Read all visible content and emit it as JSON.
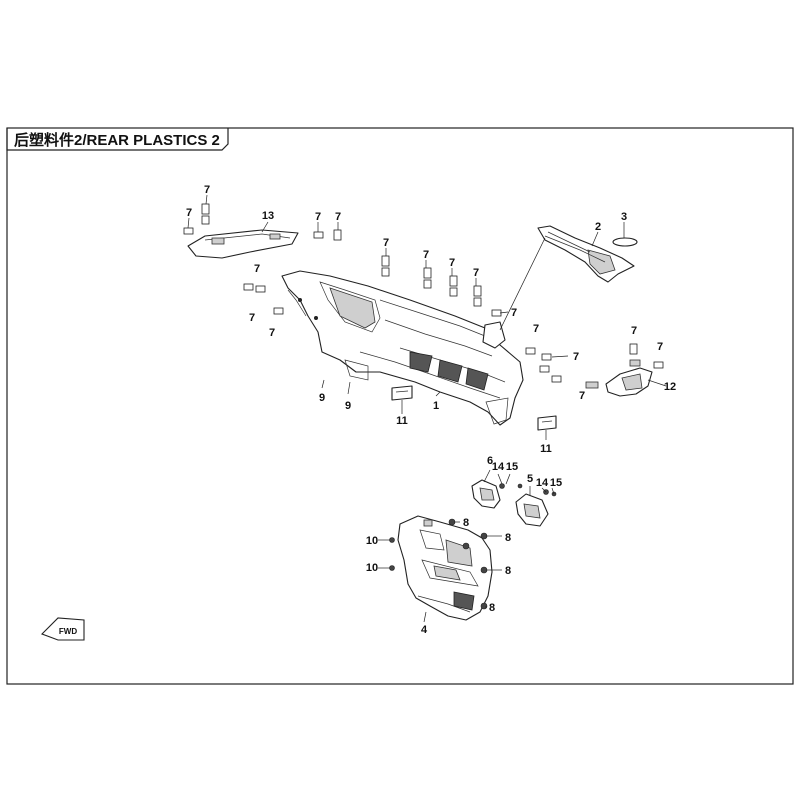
{
  "title": "后塑料件2/REAR PLASTICS 2",
  "fwd_label": "FWD",
  "callouts": {
    "c1": "1",
    "c2": "2",
    "c3": "3",
    "c4": "4",
    "c5": "5",
    "c6": "6",
    "c7": "7",
    "c8": "8",
    "c9": "9",
    "c10": "10",
    "c11": "11",
    "c12": "12",
    "c13": "13",
    "c14": "14",
    "c15": "15"
  }
}
